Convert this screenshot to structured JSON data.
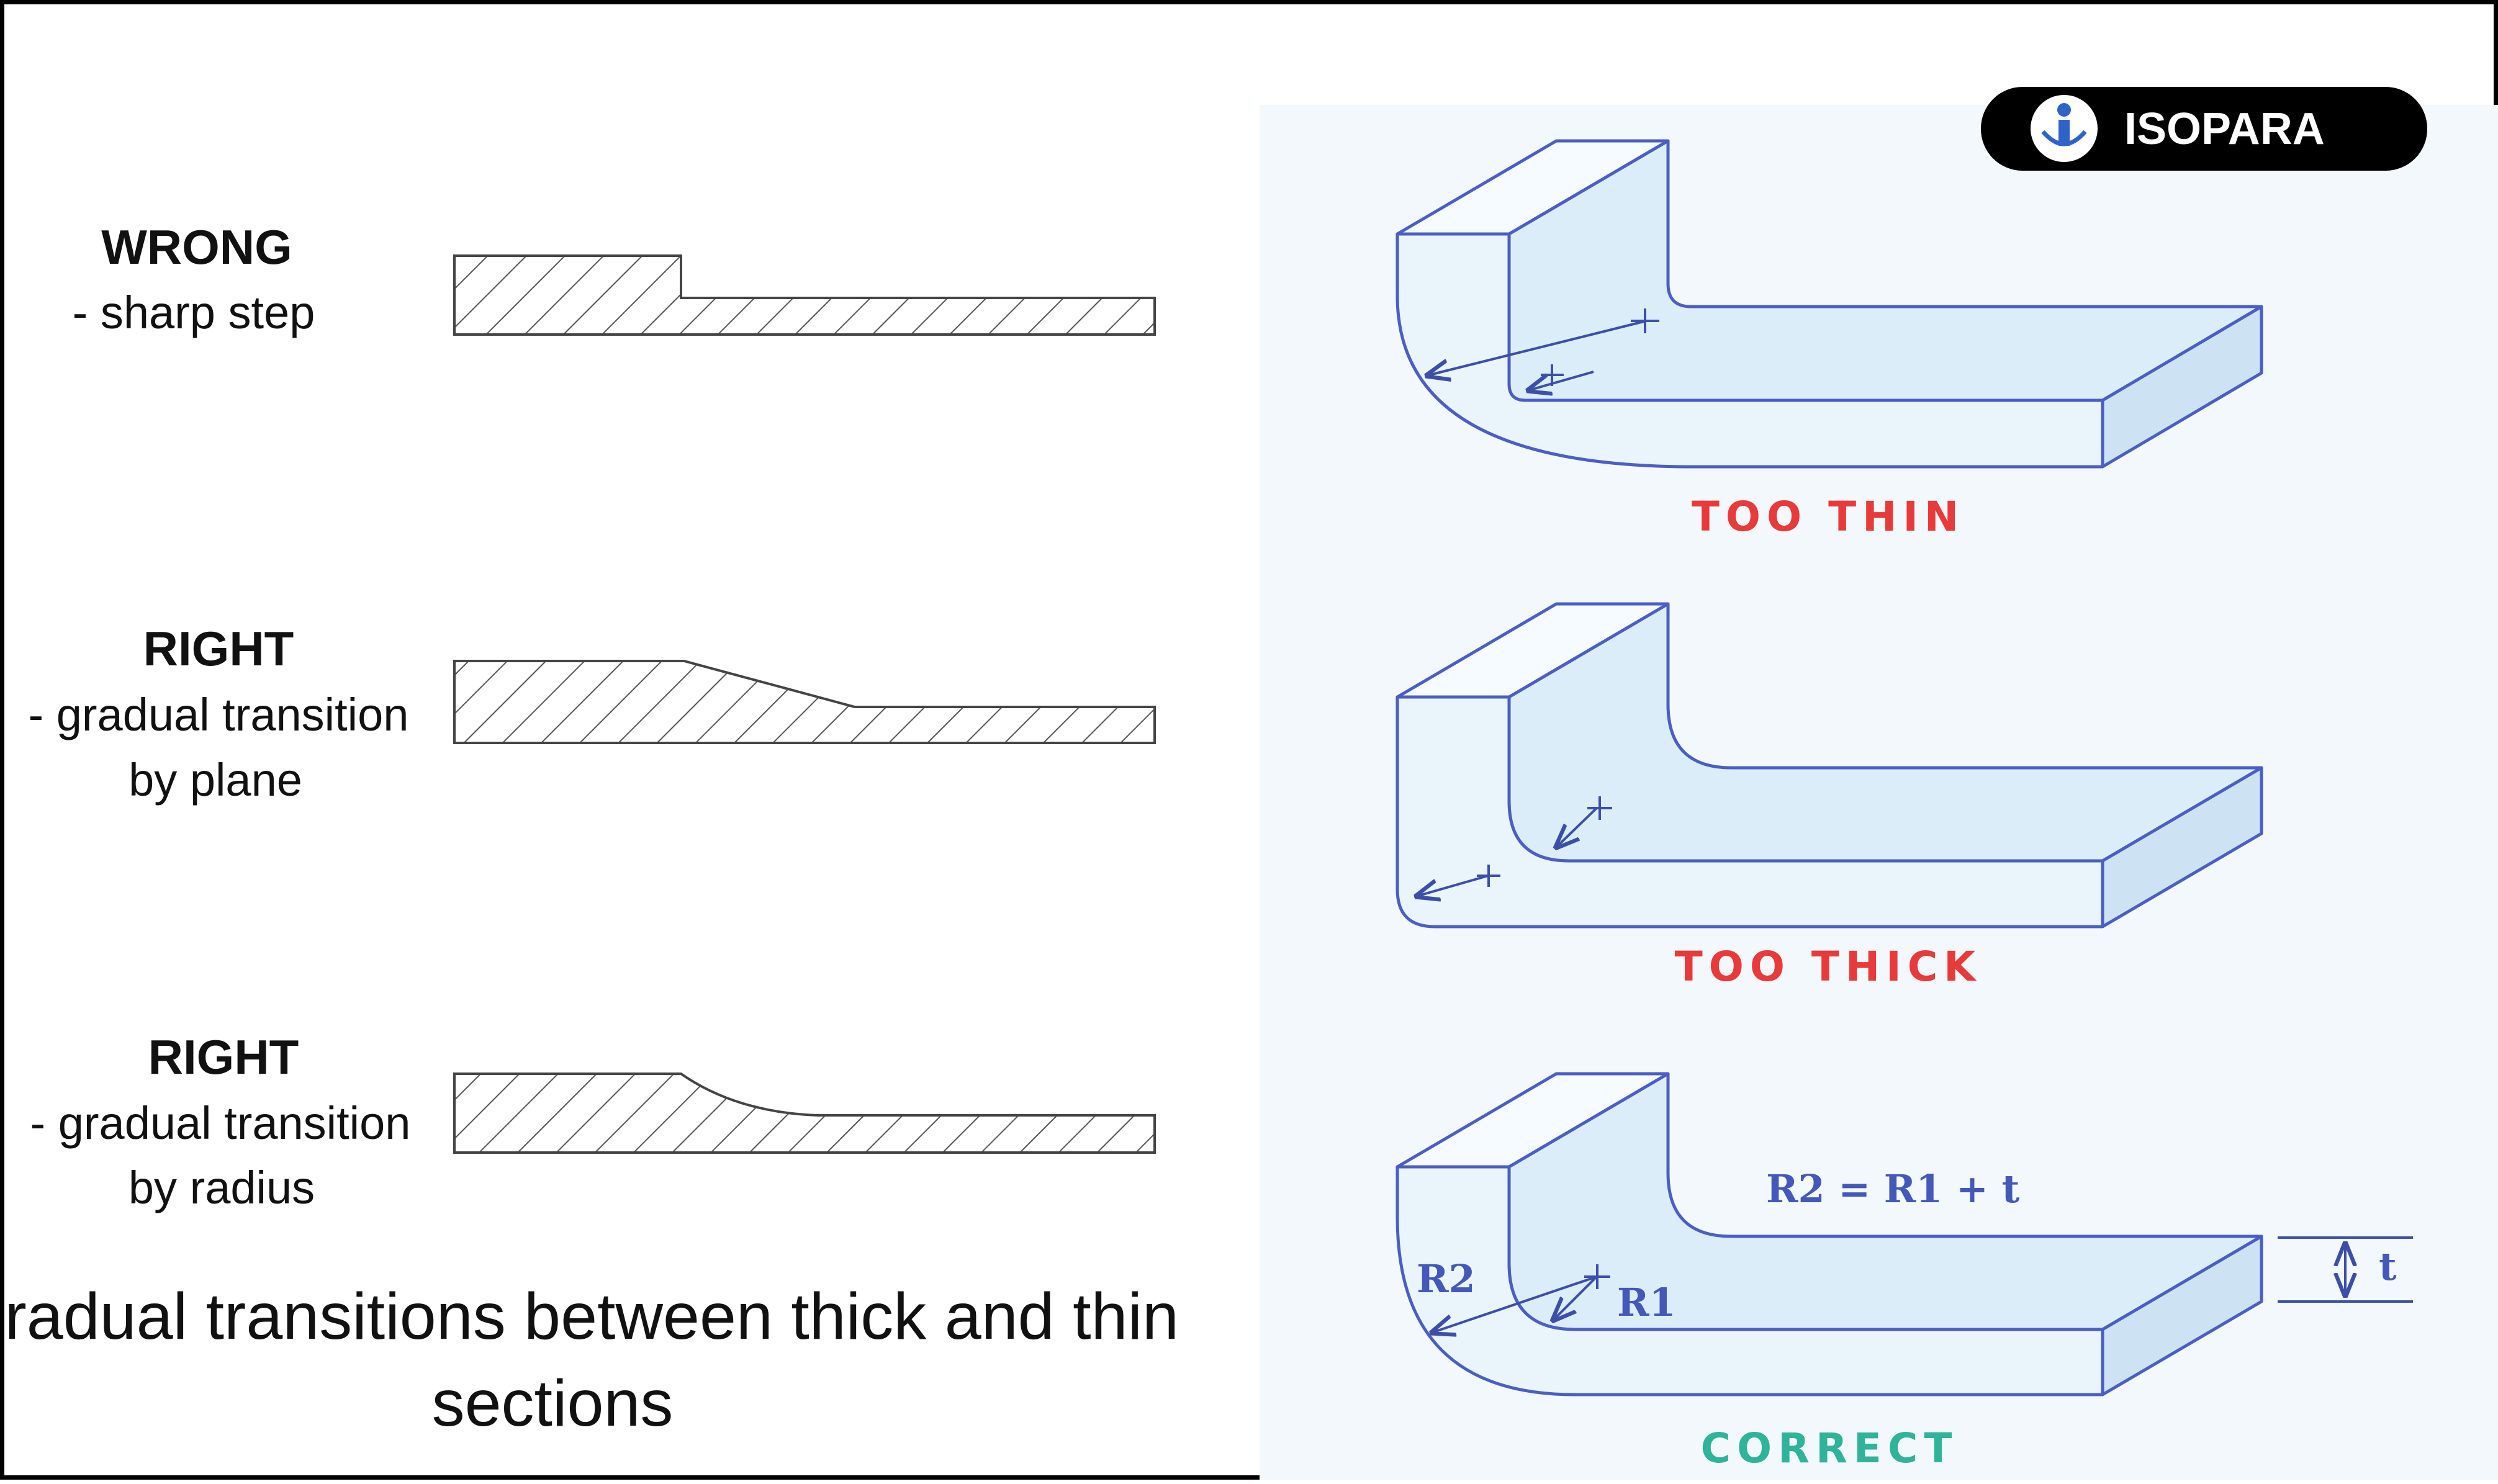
{
  "logo": {
    "text": "ISOPARA",
    "icon": "isopara-logo-icon"
  },
  "left_panel": {
    "cases": [
      {
        "title": "WRONG",
        "lines": [
          "- sharp step"
        ]
      },
      {
        "title": "RIGHT",
        "lines": [
          "- gradual transition",
          "by plane"
        ]
      },
      {
        "title": "RIGHT",
        "lines": [
          "- gradual transition",
          "by radius"
        ]
      }
    ],
    "caption_lines": [
      "Gradual transitions between thick and thin",
      "sections"
    ]
  },
  "right_panel": {
    "verdicts": [
      "TOO THIN",
      "TOO THICK",
      "CORRECT"
    ],
    "formula": "R2 = R1 + t",
    "label_r2": "R2",
    "label_r1": "R1",
    "label_t": "t"
  },
  "colors": {
    "part_face": "#dbedf9",
    "part_outline": "#4a5ec4",
    "dim_line": "#3c4fa8",
    "label_blue": "#4358b8",
    "verdict_bad": "#e83a3a",
    "verdict_good": "#2fb39a",
    "panel_bg": "#f2f8fb",
    "logo_bg": "#000000"
  }
}
